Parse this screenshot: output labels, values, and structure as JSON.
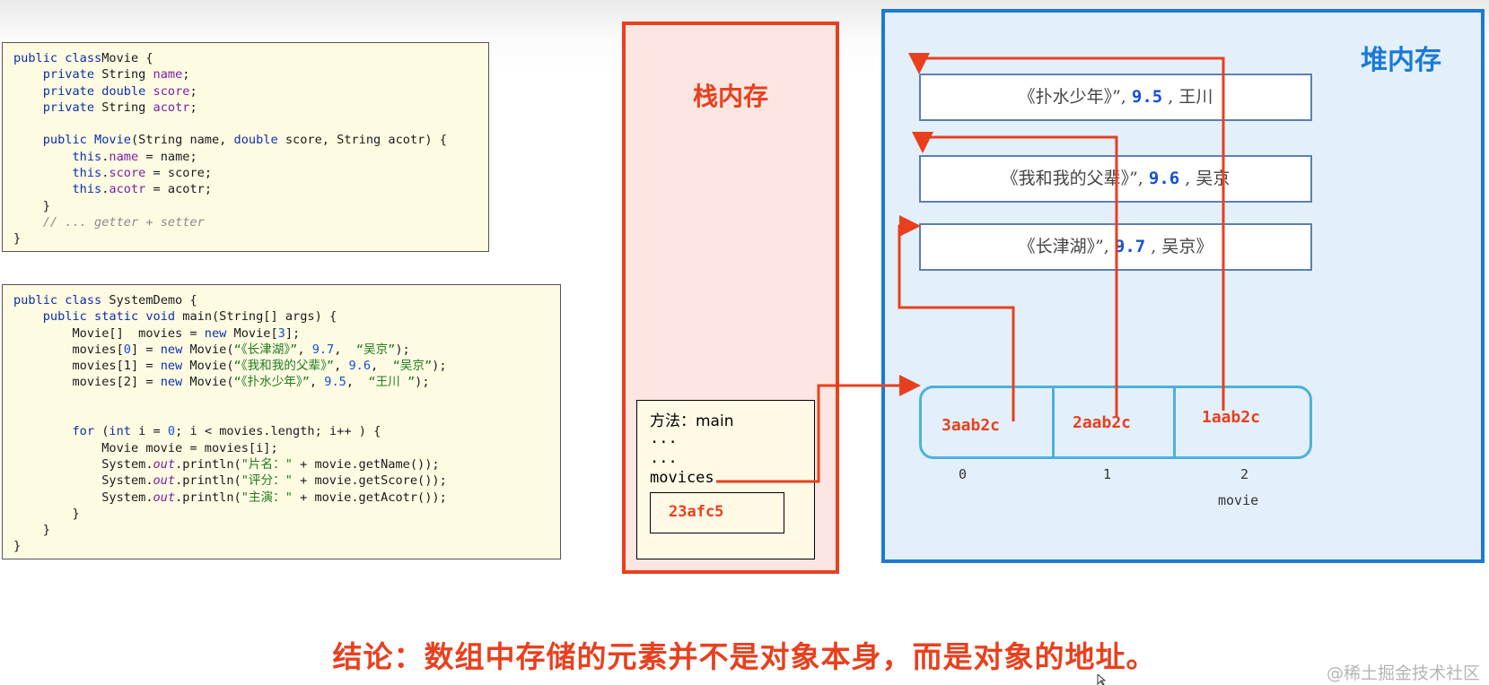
{
  "movie_class_code": [
    [
      [
        "kw",
        "public class"
      ],
      [
        "",
        "Movie {"
      ]
    ],
    [
      [
        "",
        "    "
      ],
      [
        "kw",
        "private"
      ],
      [
        "",
        " String "
      ],
      [
        "fld",
        "name"
      ],
      [
        "",
        ";"
      ]
    ],
    [
      [
        "",
        "    "
      ],
      [
        "kw",
        "private double"
      ],
      [
        "",
        " "
      ],
      [
        "fld",
        "score"
      ],
      [
        "",
        ";"
      ]
    ],
    [
      [
        "",
        "    "
      ],
      [
        "kw",
        "private"
      ],
      [
        "",
        " String "
      ],
      [
        "fld",
        "acotr"
      ],
      [
        "",
        ";"
      ]
    ],
    [
      [
        "",
        ""
      ]
    ],
    [
      [
        "",
        "    "
      ],
      [
        "kw",
        "public"
      ],
      [
        "",
        ""
      ],
      [
        "kw",
        " Movie"
      ],
      [
        "",
        "(String name, "
      ],
      [
        "kw",
        "double"
      ],
      [
        "",
        " score, String acotr) {"
      ]
    ],
    [
      [
        "",
        "        "
      ],
      [
        "kw",
        "this"
      ],
      [
        "",
        "."
      ],
      [
        "fld",
        "name"
      ],
      [
        "",
        " = name;"
      ]
    ],
    [
      [
        "",
        "        "
      ],
      [
        "kw",
        "this"
      ],
      [
        "",
        "."
      ],
      [
        "fld",
        "score"
      ],
      [
        "",
        " = score;"
      ]
    ],
    [
      [
        "",
        "        "
      ],
      [
        "kw",
        "this"
      ],
      [
        "",
        "."
      ],
      [
        "fld",
        "acotr"
      ],
      [
        "",
        " = acotr;"
      ]
    ],
    [
      [
        "",
        "    }"
      ]
    ],
    [
      [
        "",
        "    "
      ],
      [
        "cmt",
        "// ... getter + setter"
      ]
    ],
    [
      [
        "",
        "}"
      ]
    ]
  ],
  "system_demo_code": [
    [
      [
        "kw",
        "public class"
      ],
      [
        "",
        " SystemDemo {"
      ]
    ],
    [
      [
        "",
        "    "
      ],
      [
        "kw",
        "public static void"
      ],
      [
        "",
        " main(String[] args) {"
      ]
    ],
    [
      [
        "",
        "        Movie[]  movies = "
      ],
      [
        "kw",
        "new"
      ],
      [
        "",
        " Movie["
      ],
      [
        "num",
        "3"
      ],
      [
        "",
        "];"
      ]
    ],
    [
      [
        "",
        "        movies["
      ],
      [
        "num",
        "0"
      ],
      [
        "",
        "] = "
      ],
      [
        "kw",
        "new"
      ],
      [
        "",
        " Movie("
      ],
      [
        "str",
        "“《长津湖》”"
      ],
      [
        "",
        ", "
      ],
      [
        "num",
        "9.7"
      ],
      [
        "",
        ",  "
      ],
      [
        "str",
        "“吴京”"
      ],
      [
        "",
        ");"
      ]
    ],
    [
      [
        "",
        "        movies[1] = "
      ],
      [
        "kw",
        "new"
      ],
      [
        "",
        " Movie("
      ],
      [
        "str",
        "“《我和我的父辈》”"
      ],
      [
        "",
        ", "
      ],
      [
        "num",
        "9.6"
      ],
      [
        "",
        ",  "
      ],
      [
        "str",
        "“吴京”"
      ],
      [
        "",
        ");"
      ]
    ],
    [
      [
        "",
        "        movies[2] = "
      ],
      [
        "kw",
        "new"
      ],
      [
        "",
        " Movie("
      ],
      [
        "str",
        "“《扑水少年》”"
      ],
      [
        "",
        ", "
      ],
      [
        "num",
        "9.5"
      ],
      [
        "",
        ",  "
      ],
      [
        "str",
        "“王川 ”"
      ],
      [
        "",
        ");"
      ]
    ],
    [
      [
        "",
        ""
      ]
    ],
    [
      [
        "",
        ""
      ]
    ],
    [
      [
        "",
        "        "
      ],
      [
        "kw",
        "for"
      ],
      [
        "",
        " ("
      ],
      [
        "kw",
        "int"
      ],
      [
        "",
        " i = "
      ],
      [
        "num",
        "0"
      ],
      [
        "",
        "; i < movies.length; i++ ) {"
      ]
    ],
    [
      [
        "",
        "            Movie movie = movies[i];"
      ]
    ],
    [
      [
        "",
        "            System."
      ],
      [
        "sout",
        "out"
      ],
      [
        "",
        ".println("
      ],
      [
        "str",
        "\"片名：\""
      ],
      [
        "",
        " + movie.getName());"
      ]
    ],
    [
      [
        "",
        "            System."
      ],
      [
        "sout",
        "out"
      ],
      [
        "",
        ".println("
      ],
      [
        "str",
        "\"评分：\""
      ],
      [
        "",
        " + movie.getScore());"
      ]
    ],
    [
      [
        "",
        "            System."
      ],
      [
        "sout",
        "out"
      ],
      [
        "",
        ".println("
      ],
      [
        "str",
        "\"主演：\""
      ],
      [
        "",
        " + movie.getAcotr());"
      ]
    ],
    [
      [
        "",
        "        }"
      ]
    ],
    [
      [
        "",
        "    }"
      ]
    ],
    [
      [
        "",
        "}"
      ]
    ]
  ],
  "stack": {
    "title": "栈内存",
    "frame_method": "方法：main",
    "frame_dots_1": "...",
    "frame_dots_2": "...",
    "frame_var": "movices",
    "frame_addr": "23afc5"
  },
  "heap": {
    "title": "堆内存",
    "objects": [
      {
        "title": "《扑水少年》”,",
        "score": "9.5",
        "sep": ",",
        "actor": "王川"
      },
      {
        "title": "《我和我的父辈》”,",
        "score": "9.6",
        "sep": ",",
        "actor": "吴京"
      },
      {
        "title": "《长津湖》”,",
        "score": "9.7",
        "sep": ",",
        "actor": "吴京》"
      }
    ],
    "array_cells": [
      "3aab2c",
      "2aab2c",
      "1aab2c"
    ],
    "indices": [
      "0",
      "1",
      "2"
    ],
    "array_label": "movie"
  },
  "conclusion": "结论：数组中存储的元素并不是对象本身，而是对象的地址。",
  "watermark": "@稀土掘金技术社区",
  "colors": {
    "stack_red": "#e8401e",
    "heap_blue": "#1a7ad6",
    "array_blue": "#4cb1dc"
  }
}
